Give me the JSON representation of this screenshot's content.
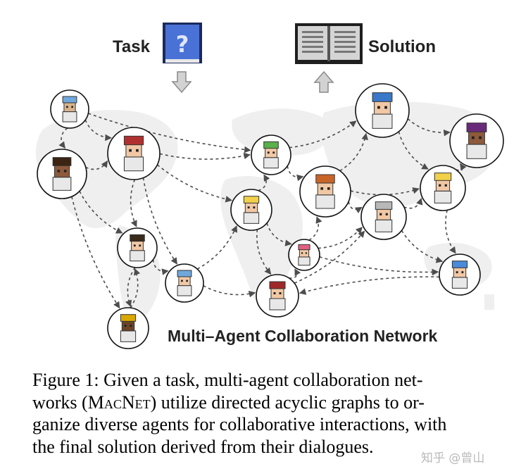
{
  "figure": {
    "task_label": "Task",
    "solution_label": "Solution",
    "network_label": "Multi–Agent Collaboration Network",
    "colors": {
      "book_blue": "#4a72d6",
      "book_gray": "#d4d4d4",
      "arrow_gray": "#c9c9c9",
      "map_gray": "#ececec",
      "edge_dark": "#4d4d4d"
    },
    "icons": [
      "task-book-icon",
      "solution-book-icon",
      "down-arrow-icon",
      "up-arrow-icon"
    ]
  },
  "caption": {
    "line1": "Figure 1: Given a task, multi-agent collaboration net-",
    "line2_pre": "works (",
    "line2_sc": "MacNet",
    "line2_post": ") utilize directed acyclic graphs to or-",
    "line3": "ganize diverse agents for collaborative interactions, with",
    "line4": "the final solution derived from their dialogues."
  },
  "watermark": "知乎 @曾山"
}
